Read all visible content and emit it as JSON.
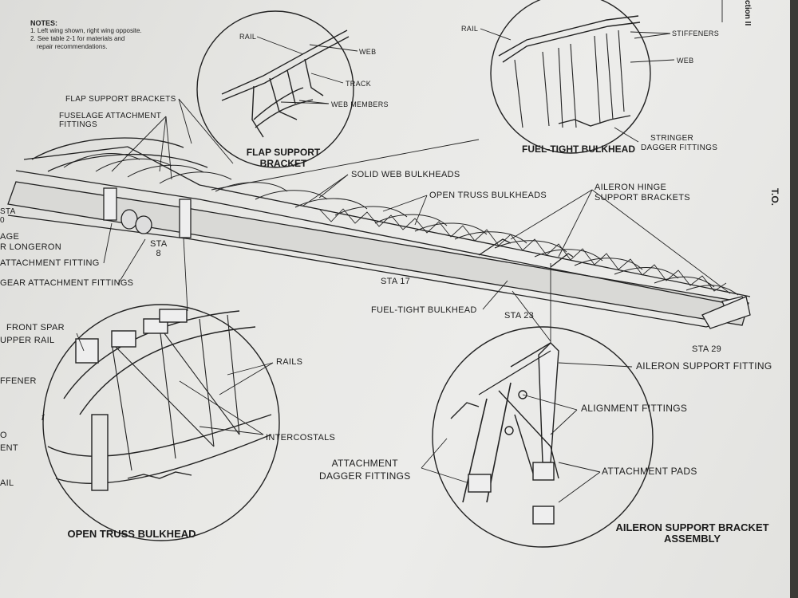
{
  "notes": {
    "heading": "NOTES:",
    "line1": "1. Left wing shown, right wing opposite.",
    "line2": "2. See table 2-1 for materials and",
    "line3": "repair recommendations."
  },
  "margin": {
    "section": "ction II",
    "tab": "T.O."
  },
  "captions": {
    "flap_bracket_1": "FLAP SUPPORT",
    "flap_bracket_2": "BRACKET",
    "fuel_bulkhead": "FUEL-TIGHT BULKHEAD",
    "open_truss": "OPEN TRUSS BULKHEAD",
    "aileron_assembly_1": "AILERON SUPPORT BRACKET",
    "aileron_assembly_2": "ASSEMBLY"
  },
  "labels": {
    "rail_top": "RAIL",
    "web_top": "WEB",
    "track": "TRACK",
    "web_members": "WEB MEMBERS",
    "rail_fuel": "RAIL",
    "stiffeners": "STIFFENERS",
    "web_fuel": "WEB",
    "stringer_1": "STRINGER",
    "stringer_2": "DAGGER FITTINGS",
    "flap_support_brackets": "FLAP SUPPORT BRACKETS",
    "fuselage_attach_1": "FUSELAGE ATTACHMENT",
    "fuselage_attach_2": "FITTINGS",
    "solid_web": "SOLID WEB BULKHEADS",
    "open_truss_bulkheads": "OPEN TRUSS BULKHEADS",
    "aileron_hinge_1": "AILERON HINGE",
    "aileron_hinge_2": "SUPPORT BRACKETS",
    "sta_left_1": "STA",
    "sta_left_2": "0",
    "age_1": "AGE",
    "age_2": "R LONGERON",
    "attachment_fitting": "ATTACHMENT FITTING",
    "sta_8_1": "STA",
    "sta_8_2": "8",
    "gear_attachment": "GEAR ATTACHMENT FITTINGS",
    "sta_17": "STA 17",
    "fuel_tight_bulkhead": "FUEL-TIGHT BULKHEAD",
    "sta_23": "STA 23",
    "sta_29": "STA 29",
    "front_spar_1": "FRONT SPAR",
    "front_spar_2": "UPPER RAIL",
    "rails": "RAILS",
    "ffener": "FFENER",
    "f_mark": "f",
    "ent": "ENT",
    "o_mark": "O",
    "ail": "AIL",
    "intercostals": "INTERCOSTALS",
    "aileron_support_fitting": "AILERON SUPPORT FITTING",
    "alignment_fittings": "ALIGNMENT FITTINGS",
    "attach_dagger_1": "ATTACHMENT",
    "attach_dagger_2": "DAGGER FITTINGS",
    "attachment_pads": "ATTACHMENT PADS"
  }
}
